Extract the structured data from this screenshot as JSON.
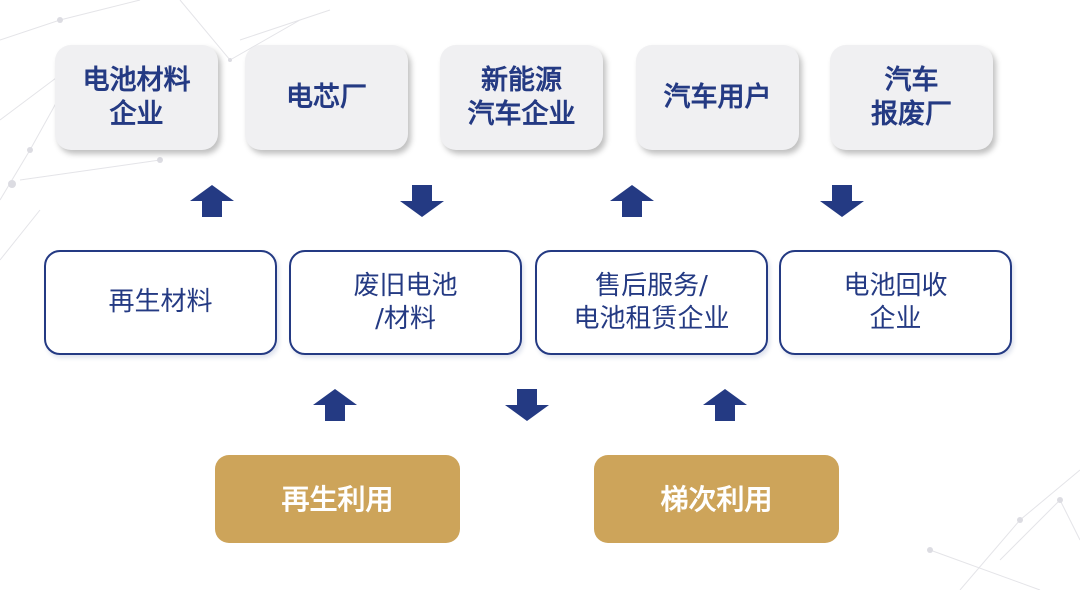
{
  "colors": {
    "navy": "#243a83",
    "gold": "#cda45a",
    "top_box": "#f0f0f2"
  },
  "top_row": [
    {
      "label": "电池材料\n企业"
    },
    {
      "label": "电芯厂"
    },
    {
      "label": "新能源\n汽车企业"
    },
    {
      "label": "汽车用户"
    },
    {
      "label": "汽车\n报废厂"
    }
  ],
  "middle_row": [
    {
      "label": "再生材料"
    },
    {
      "label": "废旧电池\n/材料"
    },
    {
      "label": "售后服务/\n电池租赁企业"
    },
    {
      "label": "电池回收\n企业"
    }
  ],
  "bottom_row": [
    {
      "label": "再生利用"
    },
    {
      "label": "梯次利用"
    }
  ],
  "arrows": {
    "row1": [
      "up",
      "down",
      "up",
      "down"
    ],
    "row2": [
      "up",
      "down",
      "up"
    ]
  }
}
